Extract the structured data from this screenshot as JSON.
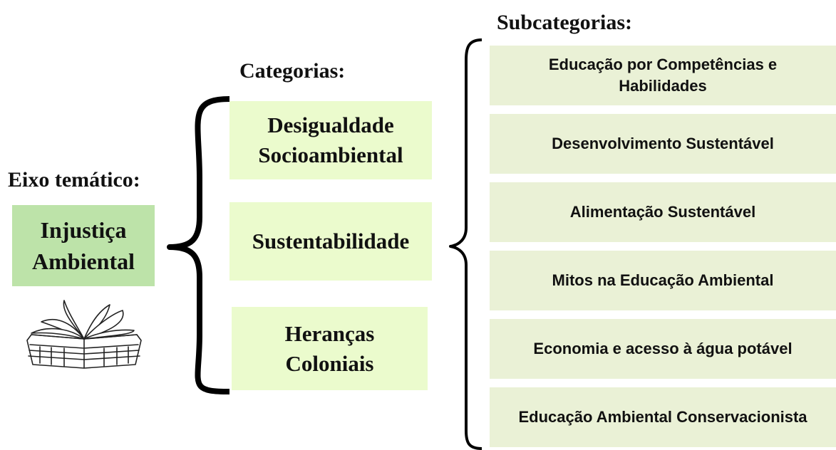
{
  "eixo": {
    "heading": "Eixo temático:",
    "box_line1": "Injustiça",
    "box_line2": "Ambiental"
  },
  "categorias": {
    "heading": "Categorias:",
    "items": [
      {
        "line1": "Desigualdade",
        "line2": "Socioambiental"
      },
      {
        "line1": "Sustentabilidade",
        "line2": ""
      },
      {
        "line1": "Heranças",
        "line2": "Coloniais"
      }
    ]
  },
  "subcategorias": {
    "heading": "Subcategorias:",
    "items": [
      {
        "line1": "Educação por Competências e",
        "line2": "Habilidades"
      },
      {
        "line1": "Desenvolvimento Sustentável",
        "line2": ""
      },
      {
        "line1": "Alimentação Sustentável",
        "line2": ""
      },
      {
        "line1": "Mitos na Educação Ambiental",
        "line2": ""
      },
      {
        "line1": "Economia e acesso à água potável",
        "line2": ""
      },
      {
        "line1": "Educação Ambiental Conservacionista",
        "line2": ""
      }
    ]
  },
  "colors": {
    "main_box": "#bde3a9",
    "category_box": "#ebfbcd",
    "subcategory_box": "#eaf1d6",
    "text": "#111111",
    "brace": "#000000"
  },
  "icons": [
    "open-book-icon"
  ]
}
